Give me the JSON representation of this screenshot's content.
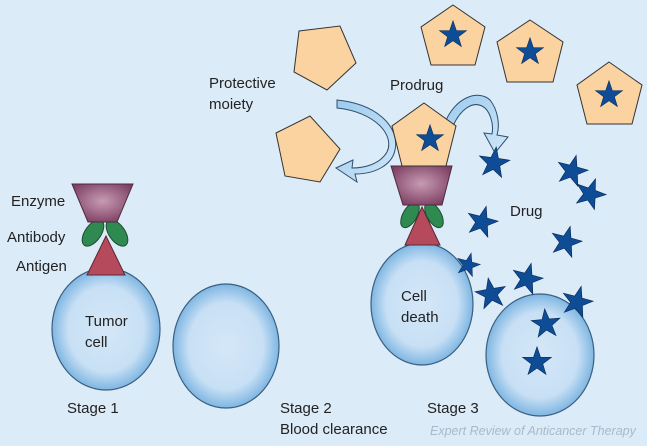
{
  "figure": {
    "labels": {
      "enzyme": "Enzyme",
      "antibody": "Antibody",
      "antigen": "Antigen",
      "tumor_cell_line1": "Tumor",
      "tumor_cell_line2": "cell",
      "stage1": "Stage 1",
      "stage2_line1": "Stage 2",
      "stage2_line2": "Blood clearance",
      "stage3": "Stage 3",
      "protective_moiety_line1": "Protective",
      "protective_moiety_line2": "moiety",
      "prodrug": "Prodrug",
      "drug": "Drug",
      "cell_death_line1": "Cell",
      "cell_death_line2": "death"
    },
    "credit": "Expert Review of Anticancer Therapy",
    "colors": {
      "background": "#dcebf8",
      "cell_fill": "#c9e1f5",
      "cell_edge": "#3f6f98",
      "enzyme": "#8a4f72",
      "antibody": "#2f8a52",
      "antigen": "#b0455a",
      "pentagon": "#fbd3a0",
      "star": "#0f4c96",
      "arrow": "#a7d0ef"
    }
  }
}
